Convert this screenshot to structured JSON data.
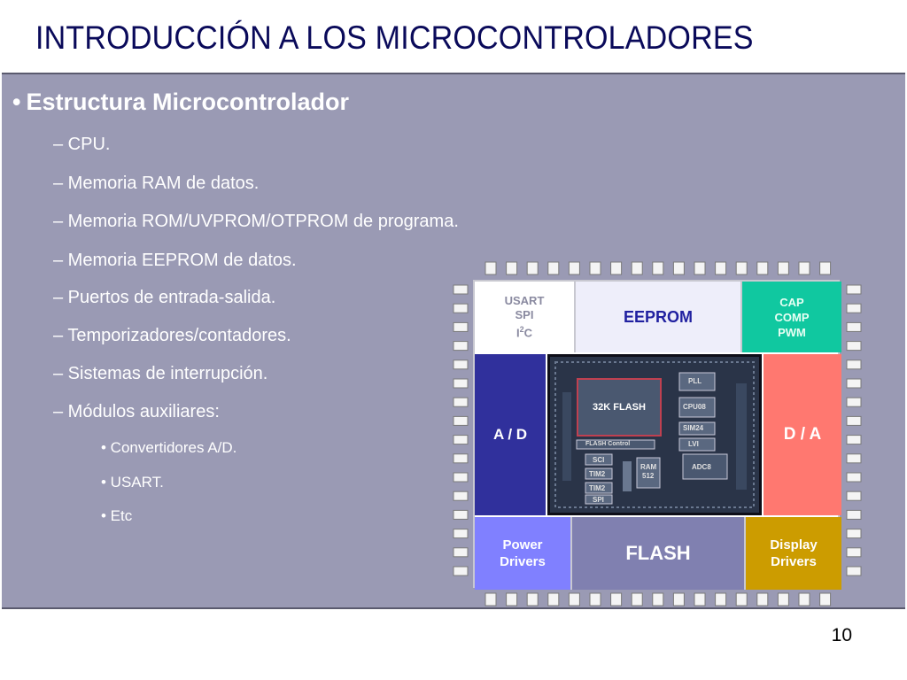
{
  "slide": {
    "title": "INTRODUCCIÓN A LOS MICROCONTROLADORES",
    "page_number": "10"
  },
  "content": {
    "heading": "Estructura Microcontrolador",
    "bullet_l1": "•",
    "items": [
      "– CPU.",
      "– Memoria RAM de datos.",
      "– Memoria ROM/UVPROM/OTPROM de programa.",
      "– Memoria EEPROM de datos.",
      "– Puertos de entrada-salida.",
      "– Temporizadores/contadores.",
      "– Sistemas de interrupción.",
      "– Módulos auxiliares:"
    ],
    "subitems": [
      "• Convertidores A/D.",
      "• USART.",
      "• Etc"
    ]
  },
  "chip": {
    "usart_lines": [
      "USART",
      "SPI"
    ],
    "i2c_prefix": "I",
    "i2c_sup": "2",
    "i2c_suffix": "C",
    "eeprom": "EEPROM",
    "cap_lines": [
      "CAP",
      "COMP",
      "PWM"
    ],
    "ad": "A / D",
    "da": "D / A",
    "power_lines": [
      "Power",
      "Drivers"
    ],
    "flash": "FLASH",
    "display_lines": [
      "Display",
      "Drivers"
    ],
    "die": {
      "flash": "32K FLASH",
      "pll": "PLL",
      "cpu": "CPU08",
      "sim": "SIM24",
      "lvi": "LVI",
      "adc": "ADC8",
      "flash_control": "FLASH Control",
      "sci": "SCI",
      "tim2a": "TIM2",
      "tim2b": "TIM2",
      "spi": "SPI",
      "ram": "RAM",
      "ram_size": "512"
    }
  },
  "colors": {
    "title": "#0a0a5a",
    "panel": "#9a9ab4",
    "eeprom_text": "#2020a0",
    "cap_block": "#10c8a0",
    "ad_block": "#30309c",
    "da_block": "#ff7870",
    "power_block": "#8080ff",
    "flash_block": "#8080b0",
    "display_block": "#cc9c00"
  }
}
